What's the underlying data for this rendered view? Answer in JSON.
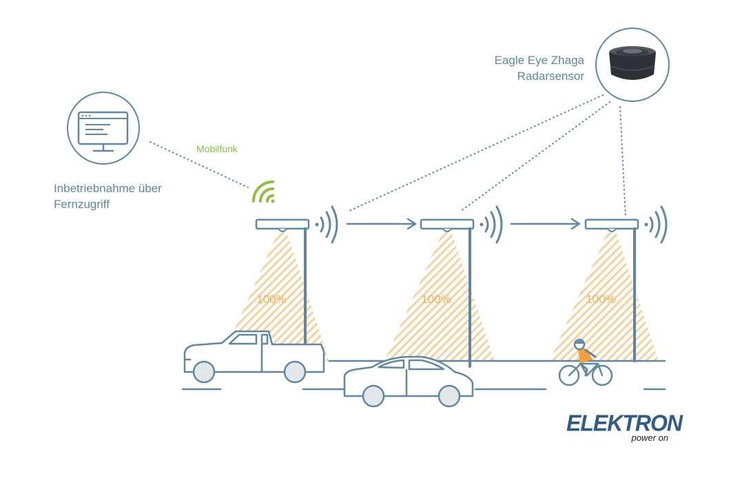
{
  "labels": {
    "remote_line1": "Inbetriebnahme über",
    "remote_line2": "Fernzugriff",
    "mobile": "Mobilfunk",
    "sensor_line1": "Eagle Eye Zhaga",
    "sensor_line2": "Radarsensor"
  },
  "streetlights": [
    {
      "light_level": "100%"
    },
    {
      "light_level": "100%"
    },
    {
      "light_level": "100%"
    }
  ],
  "logo": {
    "word": "ELEKTRON",
    "tagline": "power on"
  },
  "colors": {
    "line": "#5d87a5",
    "accent_green": "#8cbf3f",
    "light_hatch": "#f5c98a",
    "percent_text": "#f0b060",
    "cyclist_shirt": "#f0a040",
    "logo_blue": "#2f5b88"
  },
  "icons": [
    "computer-monitor-icon",
    "radar-sensor-icon",
    "wifi-signal-icon",
    "wireless-signal-icon",
    "pickup-truck-icon",
    "car-icon",
    "cyclist-icon"
  ]
}
